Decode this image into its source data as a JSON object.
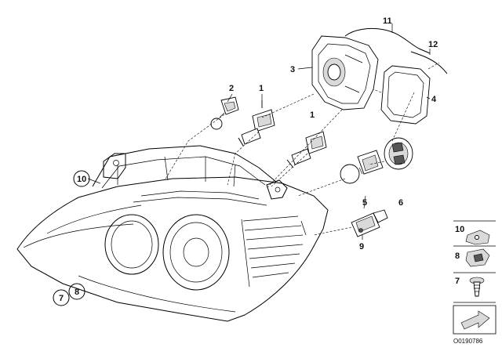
{
  "diagram": {
    "callouts": {
      "c1_upper": "1",
      "c1_lower": "1",
      "c2": "2",
      "c3": "3",
      "c4": "4",
      "c5": "5",
      "c6": "6",
      "c9": "9",
      "c11": "11",
      "c12": "12"
    },
    "circled": {
      "c10": "10",
      "c7": "7",
      "c8": "8"
    },
    "legend": {
      "l10": "10",
      "l8": "8",
      "l7": "7"
    },
    "reference_number": "O0190786"
  }
}
